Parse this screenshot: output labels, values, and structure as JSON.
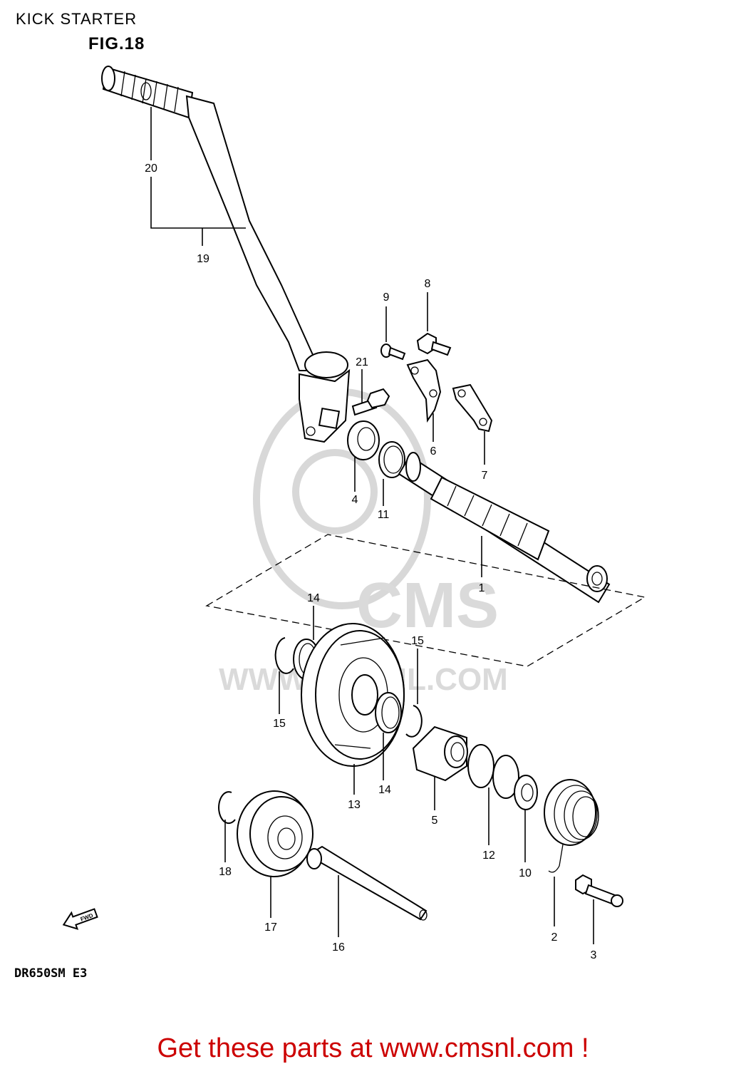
{
  "header": {
    "title": "KICK STARTER"
  },
  "figure": {
    "label": "FIG.18"
  },
  "watermark": {
    "text_top": "CMS",
    "text_bottom": "WWW.CMSNL.COM"
  },
  "fwd_arrow": {
    "label": "FWD"
  },
  "model": {
    "label": "DR650SM  E3"
  },
  "footer": {
    "text": "Get these parts at www.cmsnl.com !",
    "color": "#cc0000"
  },
  "callouts": {
    "p1": "1",
    "p2": "2",
    "p3": "3",
    "p4": "4",
    "p5": "5",
    "p6": "6",
    "p7": "7",
    "p8": "8",
    "p9": "9",
    "p10": "10",
    "p11": "11",
    "p12": "12",
    "p13": "13",
    "p14a": "14",
    "p14b": "14",
    "p15a": "15",
    "p15b": "15",
    "p16": "16",
    "p17": "17",
    "p18": "18",
    "p19": "19",
    "p20": "20",
    "p21": "21"
  }
}
